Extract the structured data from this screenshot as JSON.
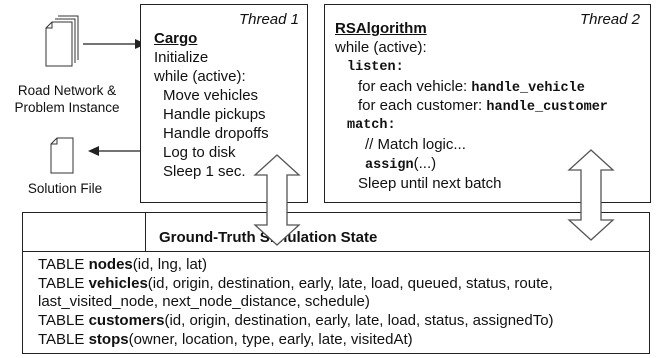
{
  "left_panel": {
    "road_network_label_line1": "Road Network &",
    "road_network_label_line2": "Problem Instance",
    "solution_file_label": "Solution File"
  },
  "thread1": {
    "label": "Thread 1",
    "title": "Cargo",
    "lines": [
      "Initialize",
      "while (active):",
      "Move vehicles",
      "Handle pickups",
      "Handle dropoffs",
      "Log to disk",
      "Sleep 1 sec."
    ]
  },
  "thread2": {
    "label": "Thread 2",
    "title": "RSAlgorithm",
    "while": "while (active):",
    "listen": "listen:",
    "vehicle_prefix": "for each vehicle: ",
    "vehicle_fn": "handle_vehicle",
    "customer_prefix": "for each customer: ",
    "customer_fn": "handle_customer",
    "match": "match:",
    "match_comment": "// Match logic...",
    "assign_fn": "assign",
    "assign_args": "(...)",
    "sleep": "Sleep until next batch"
  },
  "state": {
    "title": "Ground-Truth Simulation State",
    "tables": [
      {
        "prefix": "TABLE ",
        "name": "nodes",
        "cols": "(id, lng, lat)"
      },
      {
        "prefix": "TABLE ",
        "name": "vehicles",
        "cols": "(id, origin, destination, early, late, load, queued, status, route,"
      },
      {
        "prefix": "",
        "name": "",
        "cols": "last_visited_node, next_node_distance, schedule)"
      },
      {
        "prefix": "TABLE ",
        "name": "customers",
        "cols": "(id, origin, destination, early, late, load, status, assignedTo)"
      },
      {
        "prefix": "TABLE ",
        "name": "stops",
        "cols": "(owner, location, type, early, late, visitedAt)"
      }
    ]
  }
}
